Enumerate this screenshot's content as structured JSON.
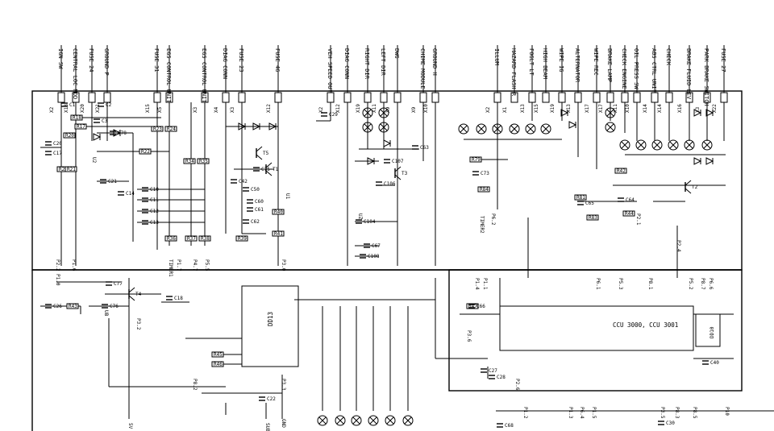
{
  "connector_labels": [
    "IGN SW",
    "CENTRAL LOC MOD",
    "FUSE 24",
    "GROUND P",
    "FUSE 31",
    "EGS CONTROL UNIT",
    "EGS CONTROL UNIT",
    "DIAG CONN",
    "FUSE 23",
    "FUSE 46",
    "VEH SPEED OUT",
    "DIAG CONN",
    "RIGHT DIR",
    "LEFT DIR",
    "DWG",
    "CHIME MODULE",
    "GROUND H",
    "ILLUM",
    "HAZARD FLASH R",
    "FOGLT LT",
    "HIGH BEAM",
    "WIPE IG",
    "ALTERNATOR",
    "WIPE REC",
    "BRAKE LAMP",
    "CHECK ENGINE",
    "OIL PRESS SW",
    "ABS CTRL UNIT",
    "CHECK",
    "BRAKE FLUID LEV",
    "PARK BRAKE SWITCH",
    "FUSE 27"
  ],
  "pin_labels": [
    "X2",
    "X18",
    "X20",
    "X21",
    "X15",
    "X5",
    "X3",
    "X4",
    "X3",
    "X12",
    "X2",
    "X12",
    "X19",
    "X11",
    "X9",
    "X9",
    "X10",
    "X2",
    "X1",
    "X13",
    "X15",
    "X19",
    "X13",
    "X17",
    "X17",
    "X11",
    "X10",
    "X14",
    "X14",
    "X16",
    "X3",
    "X22"
  ],
  "components": {
    "ic_main": "CCU 3000, CCU 3001",
    "ic_sub": "DD13",
    "ic_right": "DD10",
    "resistors": [
      "R17",
      "R18",
      "R20",
      "R25",
      "R21",
      "R22",
      "R23",
      "R24",
      "R34",
      "R35",
      "R36",
      "R37",
      "R38",
      "R39",
      "R40",
      "R41",
      "R79",
      "R84",
      "R81",
      "R83",
      "R42",
      "R44",
      "R43",
      "R47",
      "R45",
      "R46"
    ],
    "capacitors": [
      "C1",
      "C2",
      "C3",
      "C10",
      "C11",
      "C12",
      "C13",
      "C14",
      "C17",
      "C18",
      "C20",
      "C21",
      "C22",
      "C26",
      "C27",
      "C28",
      "C29",
      "C30",
      "C40",
      "C42",
      "C50",
      "C60",
      "C61",
      "C62",
      "C63",
      "C64",
      "C65",
      "C66",
      "C67",
      "C68",
      "C73",
      "C75",
      "C76",
      "C77",
      "C78",
      "C104",
      "C106",
      "C107",
      "C108"
    ],
    "diodes": [
      "D10",
      "D11",
      "D12",
      "D100",
      "D101",
      "D102",
      "D103",
      "D104",
      "D105",
      "D106",
      "D107",
      "D108",
      "D109"
    ],
    "transistors": [
      "T1",
      "T2",
      "T3",
      "T4",
      "T5"
    ],
    "lamps": [
      "L1",
      "L2",
      "L3",
      "L4",
      "L5",
      "L6",
      "L7",
      "L8",
      "L9",
      "L10",
      "L11",
      "L12",
      "L13",
      "L14",
      "L15",
      "L16",
      "L17",
      "L18",
      "L19",
      "L20",
      "L21",
      "L22",
      "L23",
      "L24",
      "L25",
      "L26",
      "L27",
      "L28"
    ]
  },
  "nets": [
    "5V",
    "SUB",
    "UB",
    "UZ",
    "U2",
    "U1",
    "GND",
    "TIMER1",
    "TIMER2",
    "P1.0",
    "P1.1",
    "P1.2",
    "P1.3",
    "P1.4",
    "P1.5",
    "P1.6",
    "P1.7",
    "P2.1",
    "P2.2",
    "P2.4",
    "P2.6",
    "P3.0",
    "P3.2",
    "P3.3",
    "P3.5",
    "P3.6",
    "P4.7",
    "P5.2",
    "P5.3",
    "P5.5",
    "P6.1",
    "P6.2",
    "P6.4",
    "P6.6",
    "P8.1",
    "P8.2",
    "P8.3",
    "P8.5",
    "P8.7",
    "P10"
  ]
}
